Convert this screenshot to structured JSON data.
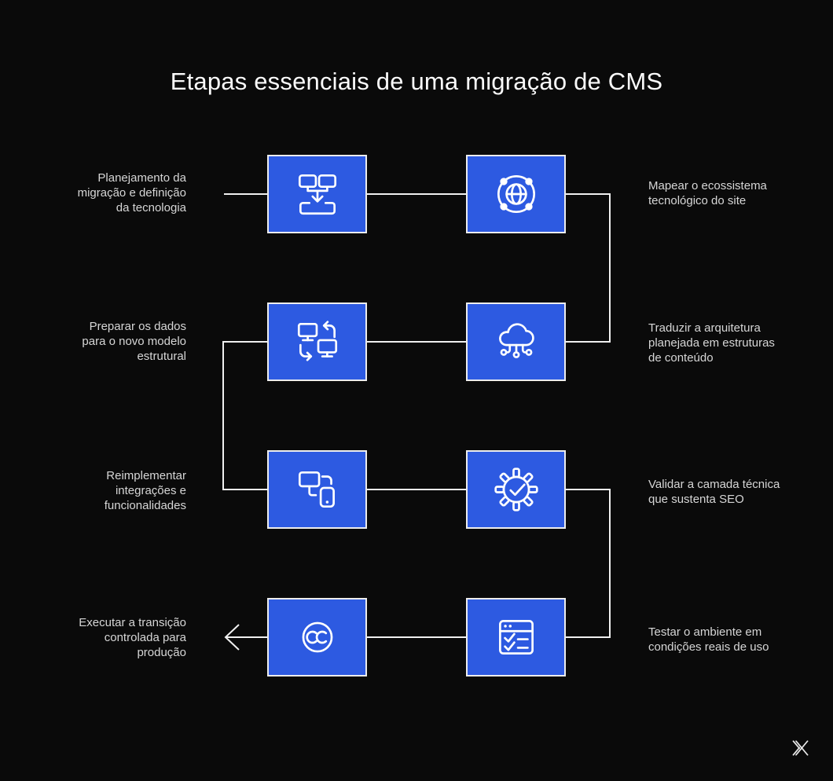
{
  "header": {
    "title": "Etapas essenciais de uma migração de CMS"
  },
  "colors": {
    "background": "#0a0a0a",
    "box_blue": "#2d5ae1",
    "box_border": "#ededed",
    "connector_line": "#f0f0f0",
    "label_text": "#d6d6d6",
    "title_text": "#fafafa"
  },
  "rows": [
    {
      "left_label": "Planejamento da\nmigração e definição\nda tecnologia",
      "left_icon": "flow-merge-icon",
      "right_icon": "globe-network-icon",
      "right_label": "Mapear o ecossistema\ntecnológico do site"
    },
    {
      "left_label": "Preparar os dados\npara o novo modelo\nestrutural",
      "left_icon": "device-sync-icon",
      "right_icon": "cloud-connect-icon",
      "right_label": "Traduzir a arquitetura\nplanejada em estruturas\nde conteúdo"
    },
    {
      "left_label": "Reimplementar\nintegrações e\nfuncionalidades",
      "left_icon": "monitor-phone-icon",
      "right_icon": "gear-check-icon",
      "right_label": "Validar a camada técnica\nque sustenta SEO"
    },
    {
      "left_label": "Executar a transição\ncontrolada para\nprodução",
      "left_icon": "cc-circle-icon",
      "right_icon": "checklist-window-icon",
      "right_label": "Testar o ambiente em\ncondições reais de uso"
    }
  ],
  "flow": {
    "direction_note": "arrow exits last left box pointing left",
    "logo": "brand-x-logo"
  }
}
